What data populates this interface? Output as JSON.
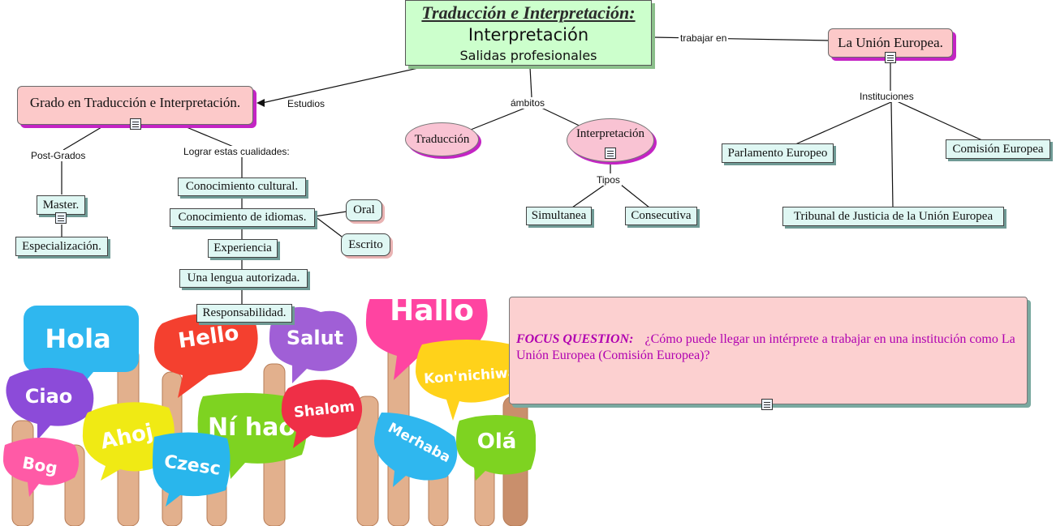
{
  "main": {
    "title": "Traducción e Interpretación:",
    "subtitle": "Interpretación",
    "tagline": "Salidas profesionales"
  },
  "nodes": {
    "grado": "Grado en Traducción e Interpretación.",
    "union": "La Unión Europea.",
    "traduccion": "Traducción",
    "interpretacion": "Interpretación",
    "parlamento": "Parlamento Europeo",
    "comision": "Comisión Europea",
    "tribunal": "Tribunal de Justicia de la Unión Europea",
    "simultanea": "Simultanea",
    "consecutiva": "Consecutiva",
    "master": "Master.",
    "especializacion": "Especialización.",
    "cultural": "Conocimiento cultural.",
    "idiomas": "Conocimiento de idiomas.",
    "oral": "Oral",
    "escrito": "Escrito",
    "experiencia": "Experiencia",
    "lengua": "Una lengua autorizada.",
    "responsabilidad": "Responsabilidad."
  },
  "links": {
    "trabajar": "trabajar en",
    "estudios": "Estudios",
    "ambitos": "ámbitos",
    "instituciones": "Instituciones",
    "tipos": "Tipos",
    "postgrados": "Post-Grados",
    "cualidades": "Lograr estas cualidades:"
  },
  "focus": {
    "heading": "FOCUS QUESTION:",
    "question": "¿Cómo puede llegar un intérprete a trabajar en una institución como La Unión Europea (Comisión Europea)?"
  },
  "image_bubbles": {
    "hola": "Hola",
    "hello": "Hello",
    "salut": "Salut",
    "hallo": "Hallo",
    "konnichiwa": "Kon'nichiwa",
    "ciao": "Ciao",
    "ahoj": "Ahoj",
    "nihao": "Ní hao",
    "shalom": "Shalom",
    "bog": "Bog",
    "czesc": "Czesc",
    "merhaba": "Merhaba",
    "ola": "Olá"
  },
  "colors": {
    "main_fill": "#ccffcc",
    "pink_fill": "#fcc9c9",
    "mint_fill": "#dff7f3",
    "focus_text": "#b000b0",
    "shadow_magenta": "#c424c4"
  }
}
